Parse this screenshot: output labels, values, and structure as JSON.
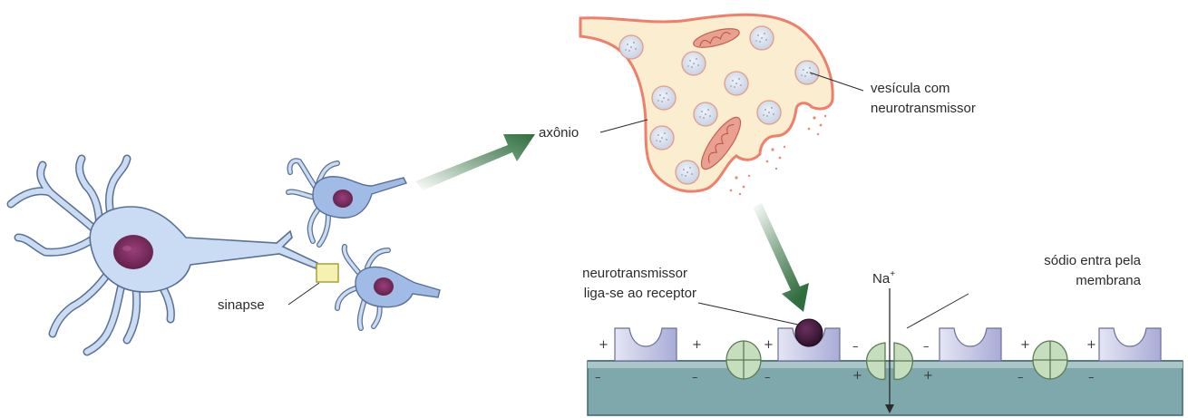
{
  "labels": {
    "sinapse": "sinapse",
    "axonio": "axônio",
    "vesicula_line1": "vesícula com",
    "vesicula_line2": "neurotransmissor",
    "receptor_line1": "neurotransmissor",
    "receptor_line2": "liga-se ao receptor",
    "sodio_line1": "sódio entra pela",
    "sodio_line2": "membrana",
    "na_ion": "Na",
    "na_charge": "+"
  },
  "membrane_signs": {
    "plus": "+",
    "minus": "–"
  },
  "colors": {
    "neuron_fill": "#c9dcf3",
    "neuron_outline": "#5a6f95",
    "nucleus": "#7a2d5e",
    "axon_terminal_fill": "#fbeed0",
    "axon_terminal_outline": "#ef7f6a",
    "vesicle": "#dbe3ef",
    "mitochondria": "#e58b7a",
    "arrow_green": "#2f6e3e",
    "membrane": "#7fa8ac",
    "membrane_top": "#a9c6c8",
    "receptor": "#c9cbe7",
    "channel": "#c8dfc0",
    "synapse_box": "#e8e27a"
  },
  "icons": [
    "neuron",
    "axon-terminal",
    "vesicle",
    "mitochondrion",
    "receptor",
    "ion-channel",
    "neurotransmitter-molecule"
  ]
}
